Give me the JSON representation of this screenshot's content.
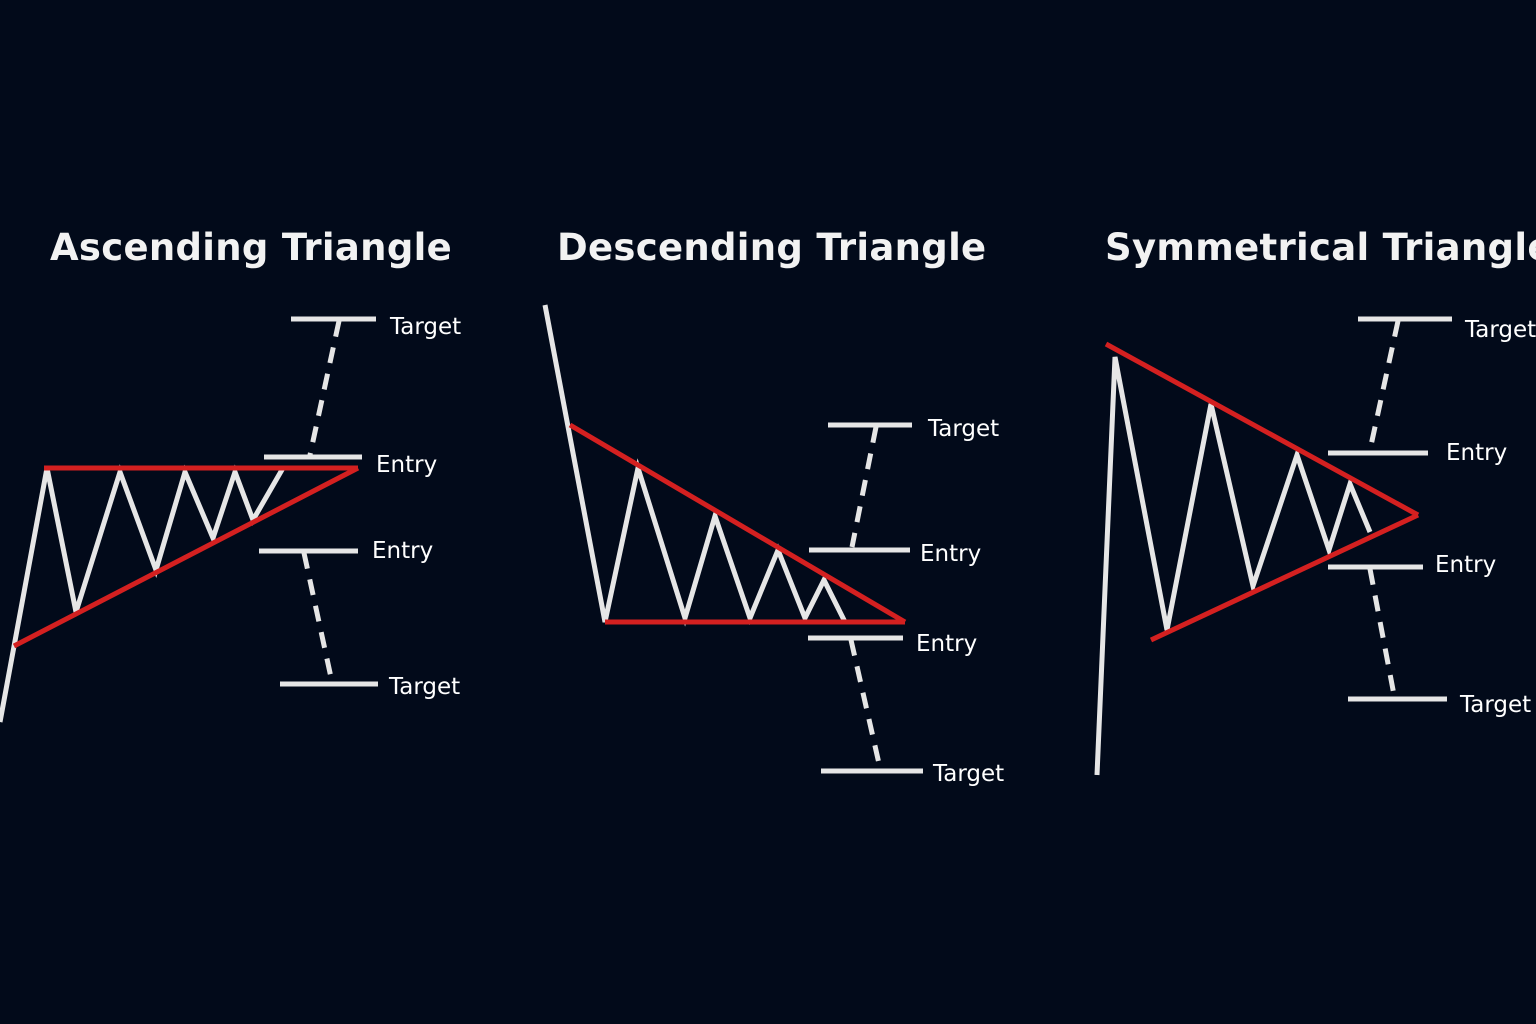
{
  "colors": {
    "background": "#020a1a",
    "price_line": "#e6e6e6",
    "trendline": "#d42020",
    "text": "#ffffff"
  },
  "patterns": [
    {
      "title": "Ascending Triangle",
      "labels": {
        "upper_target": "Target",
        "upper_entry": "Entry",
        "lower_entry": "Entry",
        "lower_target": "Target"
      }
    },
    {
      "title": "Descending Triangle",
      "labels": {
        "upper_target": "Target",
        "upper_entry": "Entry",
        "lower_entry": "Entry",
        "lower_target": "Target"
      }
    },
    {
      "title": "Symmetrical Triangle",
      "labels": {
        "upper_target": "Target",
        "upper_entry": "Entry",
        "lower_entry": "Entry",
        "lower_target": "Target"
      }
    }
  ]
}
